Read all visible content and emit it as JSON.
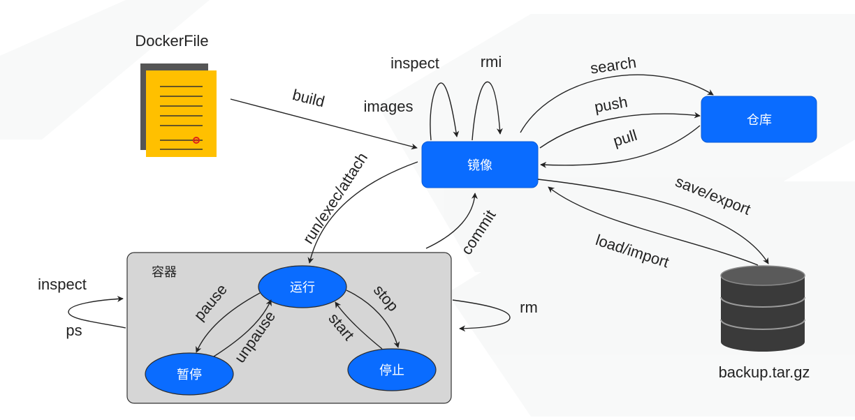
{
  "dockerfile_label": "DockerFile",
  "nodes": {
    "image": "镜像",
    "registry": "仓库",
    "container_group": "容器",
    "running": "运行",
    "paused": "暂停",
    "stopped": "停止",
    "backup": "backup.tar.gz"
  },
  "edges": {
    "build": "build",
    "inspect_image": "inspect",
    "rmi": "rmi",
    "images": "images",
    "search": "search",
    "push": "push",
    "pull": "pull",
    "save_export": "save/export",
    "load_import": "load/import",
    "run_exec_attach": "run/exec/attach",
    "commit": "commit",
    "inspect_container": "inspect",
    "ps": "ps",
    "rm": "rm",
    "pause": "pause",
    "unpause": "unpause",
    "stop": "stop",
    "start": "start"
  },
  "colors": {
    "node_blue": "#0a6cff",
    "group_gray": "#d6d6d6",
    "doc_yellow": "#ffc000",
    "doc_shadow": "#555555",
    "db_dark": "#3a3a3a"
  },
  "icons": [
    "document-icon",
    "database-icon"
  ]
}
